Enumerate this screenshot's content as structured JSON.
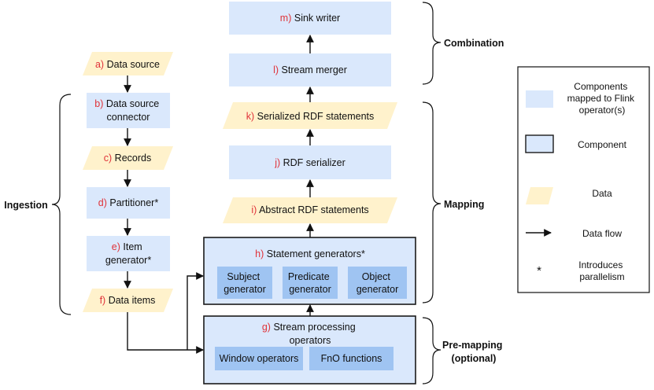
{
  "colors": {
    "operator_fill": "#dae8fc",
    "inner_op_fill": "#9fc4f2",
    "data_fill": "#fff2cc",
    "component_border": "#1a1a1a",
    "prefix_text": "#e0333a",
    "line": "#111111"
  },
  "nodes": {
    "a": {
      "prefix": "a)",
      "lines": [
        "Data source"
      ]
    },
    "b": {
      "prefix": "b)",
      "lines": [
        "Data source",
        "connector"
      ]
    },
    "c": {
      "prefix": "c)",
      "lines": [
        "Records"
      ]
    },
    "d": {
      "prefix": "d)",
      "lines": [
        "Partitioner*"
      ]
    },
    "e": {
      "prefix": "e)",
      "lines": [
        "Item",
        "generator*"
      ]
    },
    "f": {
      "prefix": "f)",
      "lines": [
        "Data items"
      ]
    },
    "g": {
      "prefix": "g)",
      "lines": [
        "Stream processing",
        "operators"
      ]
    },
    "h": {
      "prefix": "h)",
      "lines": [
        "Statement generators*"
      ]
    },
    "i": {
      "prefix": "i)",
      "lines": [
        "Abstract RDF statements"
      ]
    },
    "j": {
      "prefix": "j)",
      "lines": [
        "RDF serializer"
      ]
    },
    "k": {
      "prefix": "k)",
      "lines": [
        "Serialized RDF statements"
      ]
    },
    "l": {
      "prefix": "l)",
      "lines": [
        "Stream merger"
      ]
    },
    "m": {
      "prefix": "m)",
      "lines": [
        "Sink writer"
      ]
    }
  },
  "sub_operators": {
    "subject": [
      "Subject",
      "generator"
    ],
    "predicate": [
      "Predicate",
      "generator"
    ],
    "object": [
      "Object",
      "generator"
    ],
    "window": [
      "Window operators"
    ],
    "fno": [
      "FnO functions"
    ]
  },
  "groups": {
    "combination": "Combination",
    "ingestion": "Ingestion",
    "mapping": "Mapping",
    "premapping": [
      "Pre-mapping",
      "(optional)"
    ]
  },
  "legend": {
    "operator": [
      "Components",
      "mapped to Flink",
      "operator(s)"
    ],
    "component": "Component",
    "data": "Data",
    "dataflow": "Data flow",
    "star_symbol": "*",
    "parallelism": [
      "Introduces",
      "parallelism"
    ]
  }
}
